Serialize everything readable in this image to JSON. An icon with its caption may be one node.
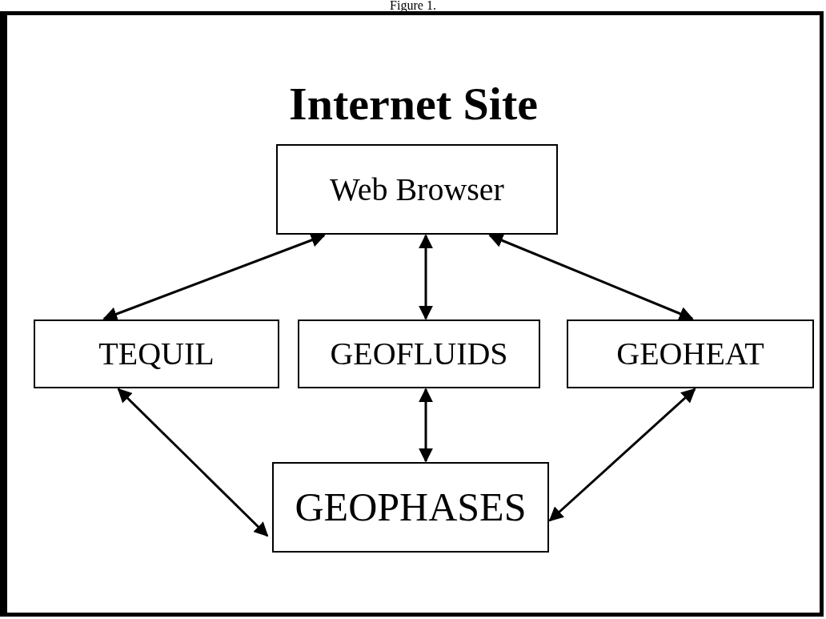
{
  "diagram": {
    "caption": "Figure 1.",
    "nodes": [
      {
        "text": [
          "Internet Site"
        ]
      },
      {
        "text": [
          "Web Browser"
        ],
        "in": 0
      },
      {
        "text": [
          "TEQUIL"
        ],
        "in": 0
      },
      {
        "text": [
          "GEOFLUIDS"
        ],
        "in": 0
      },
      {
        "text": [
          "GEOHEAT"
        ],
        "in": 0
      },
      {
        "text": [
          "GEOPHASES"
        ],
        "in": 0
      }
    ],
    "edges": [
      {
        "from": 1,
        "to": 2,
        "arrow": "both"
      },
      {
        "from": 1,
        "to": 3,
        "arrow": "both"
      },
      {
        "from": 1,
        "to": 4,
        "arrow": "both"
      },
      {
        "from": 2,
        "to": 5,
        "arrow": "both"
      },
      {
        "from": 3,
        "to": 5,
        "arrow": "both"
      },
      {
        "from": 4,
        "to": 5,
        "arrow": "both"
      }
    ]
  }
}
